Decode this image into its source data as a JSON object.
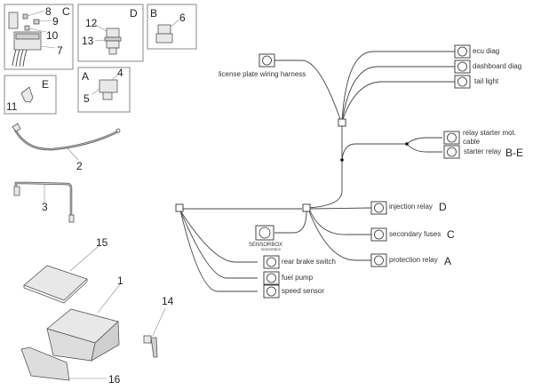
{
  "parts_panel": {
    "groups": [
      {
        "letter": "C",
        "numbers": [
          "8",
          "9",
          "10",
          "7"
        ]
      },
      {
        "letter": "D",
        "numbers": [
          "12",
          "13"
        ]
      },
      {
        "letter": "B",
        "numbers": [
          "6"
        ]
      },
      {
        "letter": "E",
        "numbers": [
          "11"
        ]
      },
      {
        "letter": "A",
        "numbers": [
          "4",
          "5"
        ]
      }
    ],
    "loose_parts": [
      "2",
      "3",
      "15",
      "1",
      "14",
      "16"
    ]
  },
  "wiring": {
    "top_left_connector": "license plate wiring harness",
    "top_right": [
      "ecu diag",
      "dashboard diag",
      "tail light"
    ],
    "starter": {
      "labels": [
        "relay starter mot.",
        "cable",
        "starter relay"
      ],
      "ref": "B-E"
    },
    "sensorbox": {
      "label": "SENSORBOX",
      "sublabel": "SENSORBOX"
    },
    "left_branch": [
      "rear brake switch",
      "fuel pump",
      "speed sensor"
    ],
    "right_branch": [
      {
        "label": "injection relay",
        "ref": "D"
      },
      {
        "label": "secondary fuses",
        "ref": "C"
      },
      {
        "label": "protection relay",
        "ref": "A"
      }
    ]
  }
}
